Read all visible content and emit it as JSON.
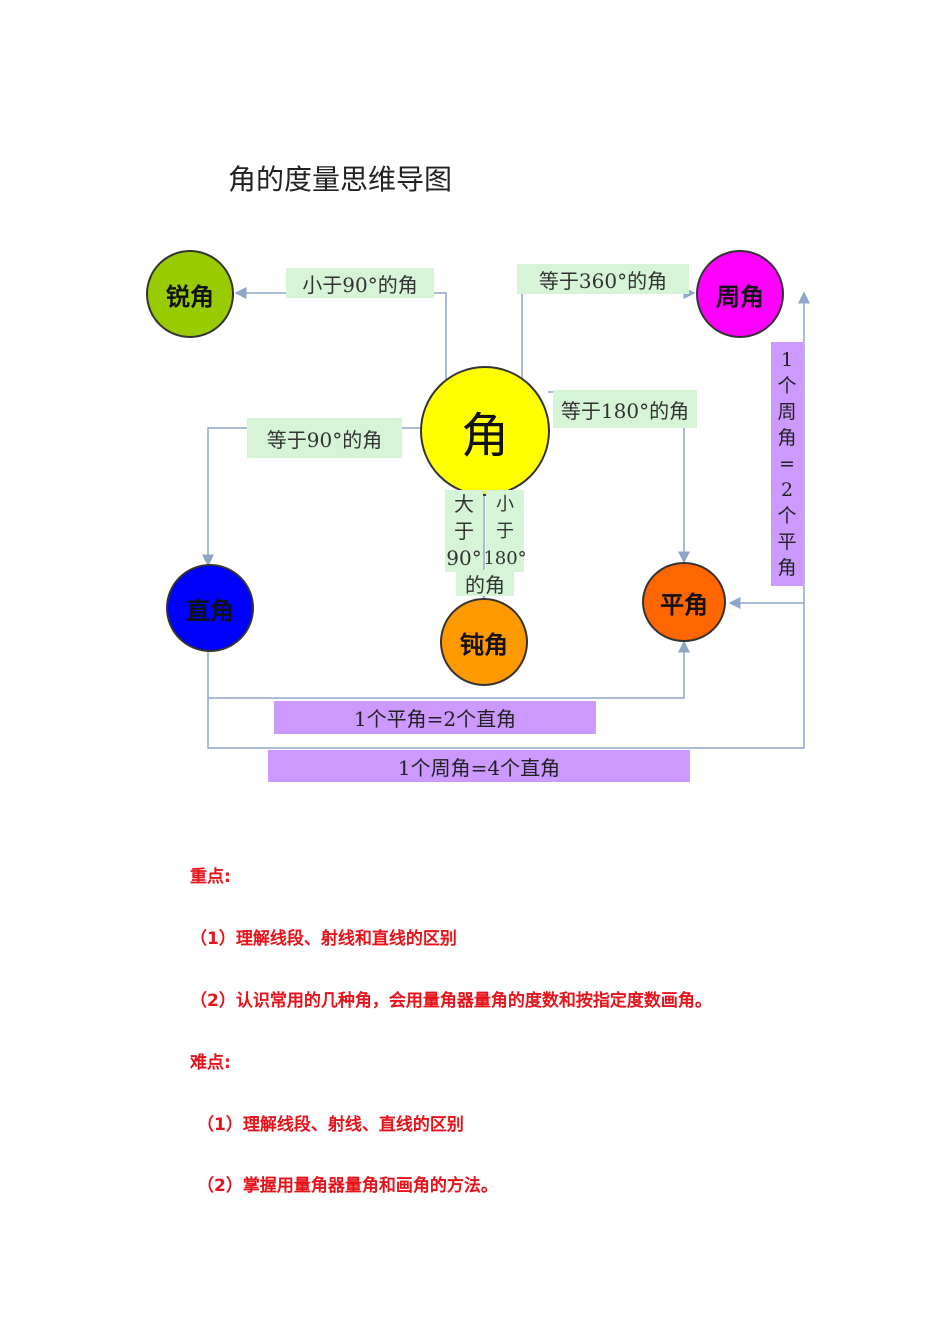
{
  "title": "角的度量思维导图",
  "nodes": {
    "center": {
      "label": "角",
      "color": "#ffff00"
    },
    "acute": {
      "label": "锐角",
      "color": "#99cc00"
    },
    "round": {
      "label": "周角",
      "color": "#ff00ff"
    },
    "right": {
      "label": "直角",
      "color": "#0000ff"
    },
    "obtuse": {
      "label": "钝角",
      "color": "#ff9900"
    },
    "straight": {
      "label": "平角",
      "color": "#ff6600"
    }
  },
  "edges": {
    "to_acute": "小于90°的角",
    "to_round": "等于360°的角",
    "to_straight": "等于180°的角",
    "to_right": "等于90°的角",
    "to_obtuse_left": [
      "大",
      "于",
      "90°"
    ],
    "to_obtuse_right": [
      "小",
      "于",
      "180°"
    ],
    "to_obtuse_bottom": "的角",
    "round_straight": [
      "1",
      "个",
      "周",
      "角",
      "=",
      "2",
      "个",
      "平",
      "角"
    ],
    "straight_right": "1个平角=2个直角",
    "round_right": "1个周角=4个直角"
  },
  "notes": {
    "key_heading": "重点:",
    "key_1": "（1）理解线段、射线和直线的区别",
    "key_2": "（2）认识常用的几种角，会用量角器量角的度数和按指定度数画角。",
    "difficult_heading": "难点:",
    "difficult_1": "（1）理解线段、射线、直线的区别",
    "difficult_2": "（2）掌握用量角器量角和画角的方法。"
  },
  "colors": {
    "line": "#8fa6c8",
    "label_green": "#d5f5d6",
    "label_purple": "#cc99ff",
    "note_red": "#e8121a"
  }
}
